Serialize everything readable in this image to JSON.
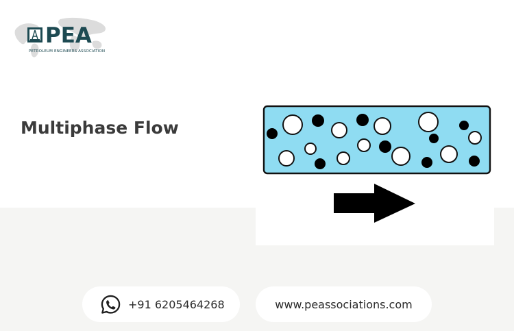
{
  "brand": {
    "logo_text": "PEA",
    "tagline": "PETROLEUM ENGINEERS ASSOCIATION"
  },
  "main": {
    "title": "Multiphase Flow"
  },
  "diagram": {
    "pipe_color": "#8fdcf2",
    "bubble_color": "#ffffff",
    "droplet_color": "#000000",
    "arrow_icon": "right-arrow-icon"
  },
  "contact": {
    "phone": "+91 6205464268",
    "phone_icon": "whatsapp-icon",
    "website": "www.peassociations.com"
  },
  "colors": {
    "brand": "#1d4a52",
    "headline": "#3b3b3b",
    "band": "#f5f5f3"
  }
}
